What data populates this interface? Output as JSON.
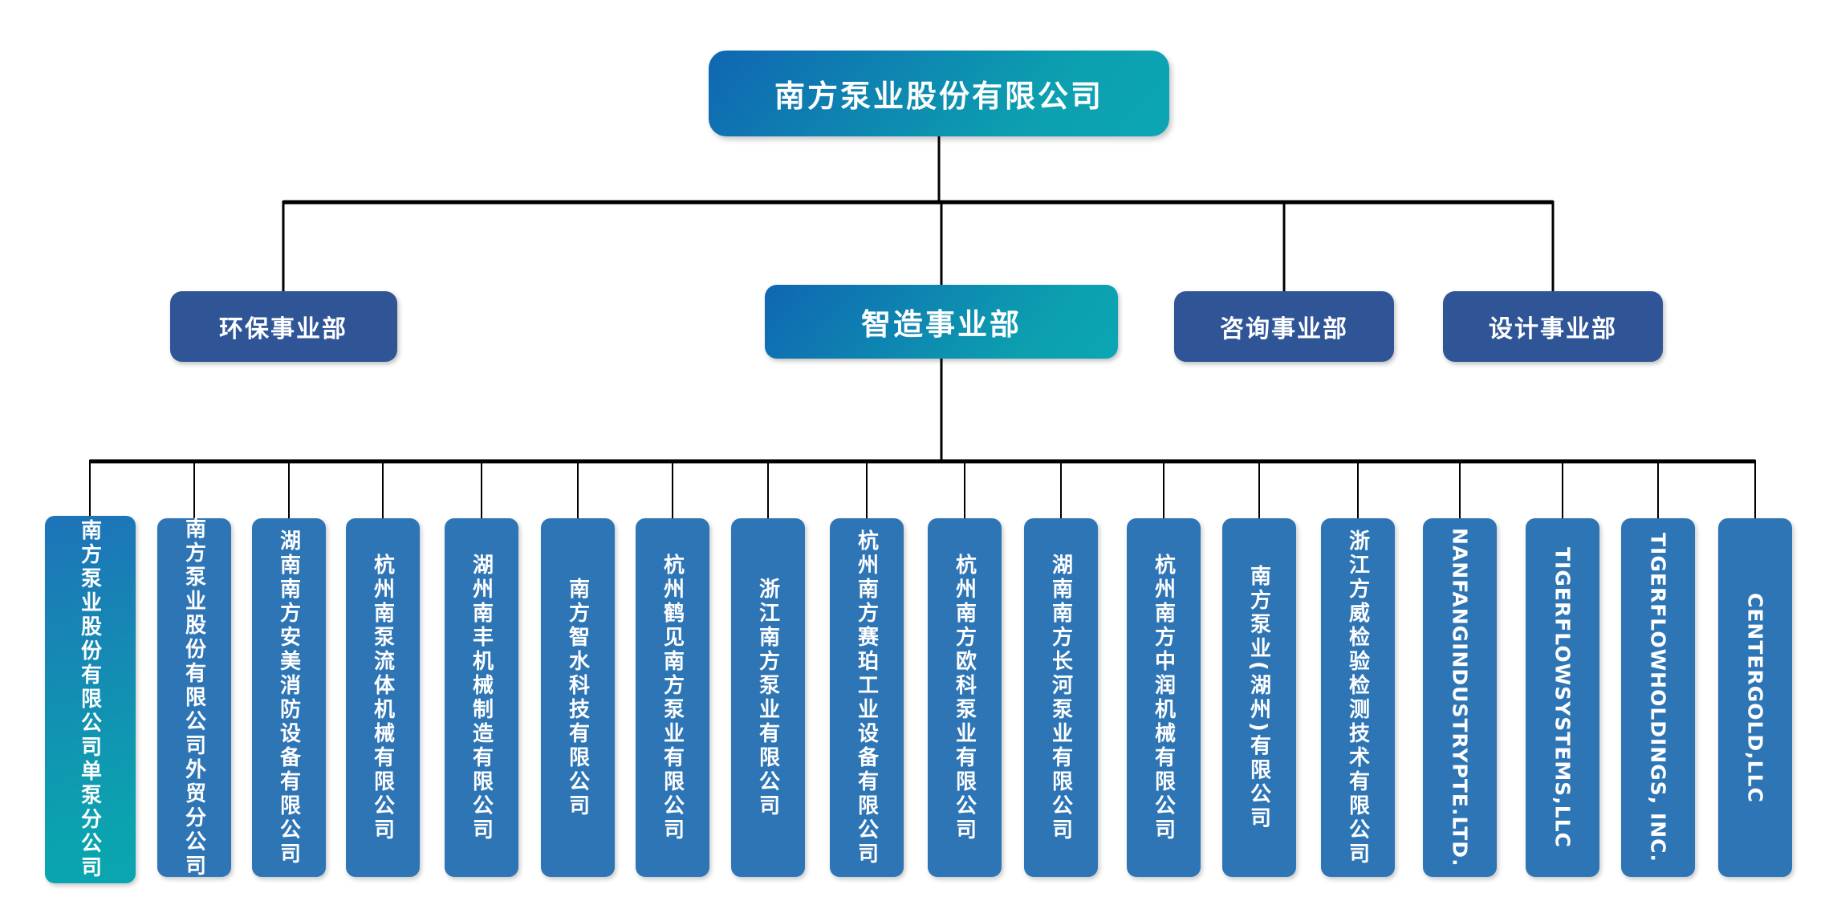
{
  "root": {
    "label": "南方泵业股份有限公司"
  },
  "departments": [
    {
      "label": "环保事业部",
      "style": "solid"
    },
    {
      "label": "智造事业部",
      "style": "gradient"
    },
    {
      "label": "咨询事业部",
      "style": "solid"
    },
    {
      "label": "设计事业部",
      "style": "solid"
    }
  ],
  "subsidiaries": [
    {
      "label": "南方泵业股份有限公司单泵分公司",
      "style": "gradient",
      "lang": "zh"
    },
    {
      "label": "南方泵业股份有限公司外贸分公司",
      "style": "solid",
      "lang": "zh"
    },
    {
      "label": "湖南南方安美消防设备有限公司",
      "style": "solid",
      "lang": "zh"
    },
    {
      "label": "杭州南泵流体机械有限公司",
      "style": "solid",
      "lang": "zh"
    },
    {
      "label": "湖州南丰机械制造有限公司",
      "style": "solid",
      "lang": "zh"
    },
    {
      "label": "南方智水科技有限公司",
      "style": "solid",
      "lang": "zh"
    },
    {
      "label": "杭州鹤见南方泵业有限公司",
      "style": "solid",
      "lang": "zh"
    },
    {
      "label": "浙江南方泵业有限公司",
      "style": "solid",
      "lang": "zh"
    },
    {
      "label": "杭州南方赛珀工业设备有限公司",
      "style": "solid",
      "lang": "zh"
    },
    {
      "label": "杭州南方欧科泵业有限公司",
      "style": "solid",
      "lang": "zh"
    },
    {
      "label": "湖南南方长河泵业有限公司",
      "style": "solid",
      "lang": "zh"
    },
    {
      "label": "杭州南方中润机械有限公司",
      "style": "solid",
      "lang": "zh"
    },
    {
      "label": "南方泵业(湖州)有限公司",
      "style": "solid",
      "lang": "zh"
    },
    {
      "label": "浙江方威检验检测技术有限公司",
      "style": "solid",
      "lang": "zh"
    },
    {
      "label": "NANFANGINDUSTRYPTE.LTD.",
      "style": "solid",
      "lang": "en"
    },
    {
      "label": "TIGERFLOWSYSTEMS,LLC",
      "style": "solid",
      "lang": "en"
    },
    {
      "label": "TIGERFLOWHOLDINGS, INC.",
      "style": "solid",
      "lang": "en"
    },
    {
      "label": "CENTERGOLD,LLC",
      "style": "solid",
      "lang": "en"
    }
  ],
  "colors": {
    "gradient_start": "#1066b2",
    "gradient_end": "#0ba6b4",
    "department_blue": "#2F5597",
    "subsidiary_blue": "#2E75B6",
    "connector_black": "#000000",
    "text_white": "#ffffff"
  }
}
